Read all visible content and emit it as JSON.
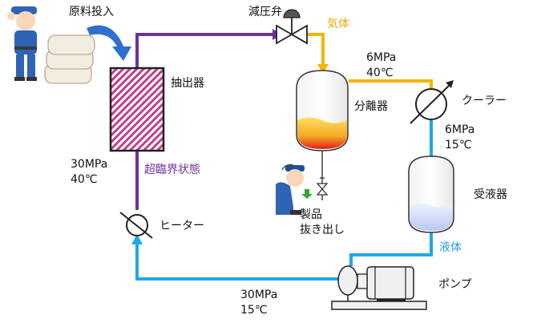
{
  "labels": {
    "raw_material_input": "原料投入",
    "pressure_reducing_valve": "減圧弁",
    "gas": "気体",
    "extractor": "抽出器",
    "separator_condition_pressure": "6MPa",
    "separator_condition_temp": "40℃",
    "separator": "分離器",
    "cooler": "クーラー",
    "receiver_condition_pressure": "6MPa",
    "receiver_condition_temp": "15℃",
    "extractor_condition_pressure": "30MPa",
    "extractor_condition_temp": "40℃",
    "supercritical_state": "超臨界状態",
    "receiver": "受液器",
    "product_line1": "製品",
    "product_line2": "抜き出し",
    "heater": "ヒーター",
    "liquid": "液体",
    "pump": "ポンプ",
    "pump_condition_pressure": "30MPa",
    "pump_condition_temp": "15℃"
  },
  "colors": {
    "supercritical_line": "#7030a0",
    "gas_line": "#f5b400",
    "liquid_line": "#1ea8e8",
    "extractor_hatch": "#c0408a"
  },
  "icons": [
    "worker-with-cap-icon",
    "material-bags-icon",
    "curved-arrow-icon",
    "valve-icon",
    "crouching-worker-icon",
    "pump-icon",
    "heater-icon",
    "cooler-icon"
  ]
}
